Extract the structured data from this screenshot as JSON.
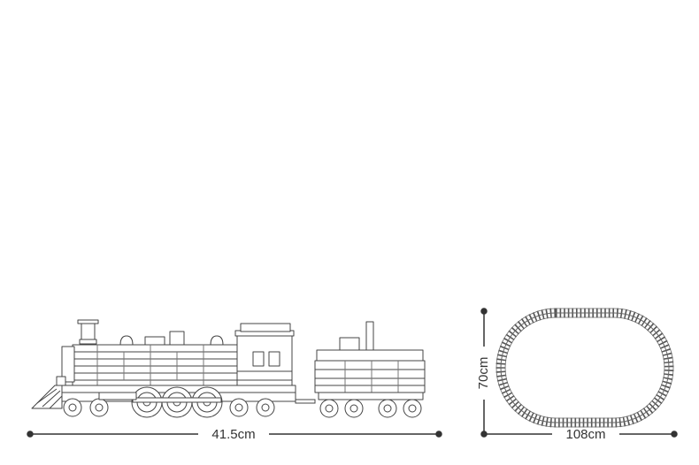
{
  "dimensions": {
    "train_length": "41.5cm",
    "track_height": "70cm",
    "track_width": "108cm"
  },
  "colors": {
    "ink": "#444444",
    "ink_light": "#777777",
    "fill": "#ffffff",
    "dimension_line": "#333333"
  },
  "icons": {
    "locomotive": "steam-locomotive-icon",
    "tender": "coal-tender-icon",
    "track": "oval-track-icon"
  }
}
